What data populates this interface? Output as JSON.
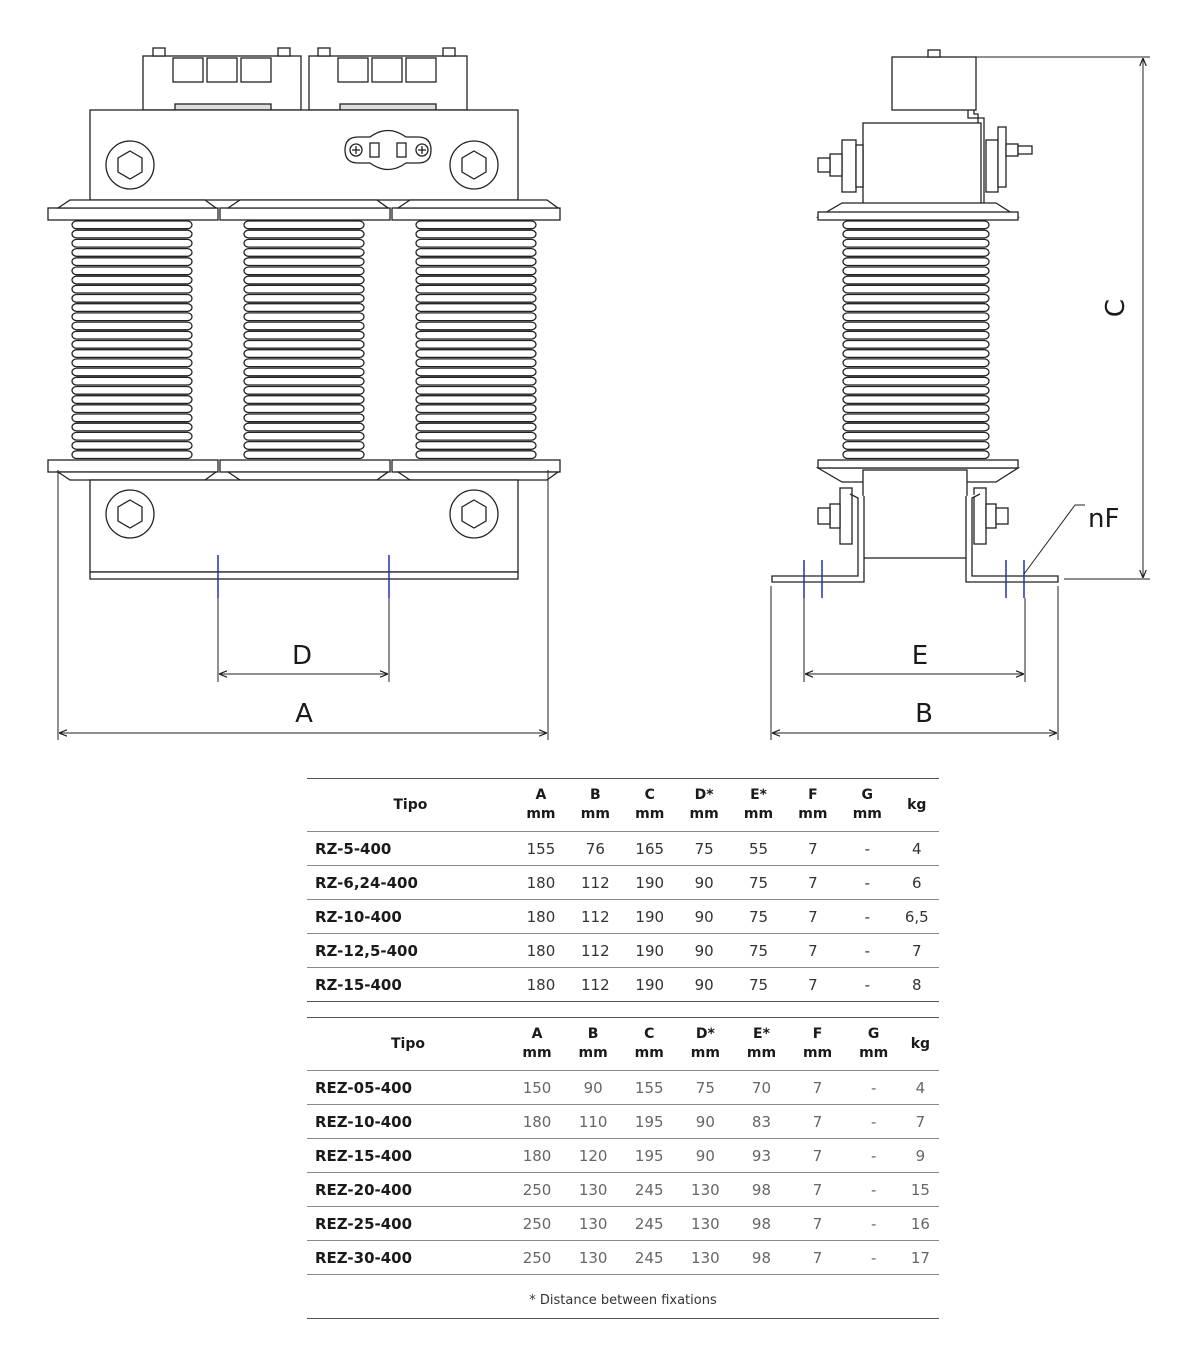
{
  "drawing": {
    "dims": {
      "A": "A",
      "B": "B",
      "C": "C",
      "D": "D",
      "E": "E",
      "nF": "nF"
    }
  },
  "table1": {
    "headers": [
      {
        "l1": "Tipo",
        "l2": ""
      },
      {
        "l1": "A",
        "l2": "mm"
      },
      {
        "l1": "B",
        "l2": "mm"
      },
      {
        "l1": "C",
        "l2": "mm"
      },
      {
        "l1": "D*",
        "l2": "mm"
      },
      {
        "l1": "E*",
        "l2": "mm"
      },
      {
        "l1": "F",
        "l2": "mm"
      },
      {
        "l1": "G",
        "l2": "mm"
      },
      {
        "l1": "kg",
        "l2": ""
      }
    ],
    "rows": [
      [
        "RZ-5-400",
        "155",
        "76",
        "165",
        "75",
        "55",
        "7",
        "-",
        "4"
      ],
      [
        "RZ-6,24-400",
        "180",
        "112",
        "190",
        "90",
        "75",
        "7",
        "-",
        "6"
      ],
      [
        "RZ-10-400",
        "180",
        "112",
        "190",
        "90",
        "75",
        "7",
        "-",
        "6,5"
      ],
      [
        "RZ-12,5-400",
        "180",
        "112",
        "190",
        "90",
        "75",
        "7",
        "-",
        "7"
      ],
      [
        "RZ-15-400",
        "180",
        "112",
        "190",
        "90",
        "75",
        "7",
        "-",
        "8"
      ]
    ]
  },
  "table2": {
    "headers": [
      {
        "l1": "Tipo",
        "l2": ""
      },
      {
        "l1": "A",
        "l2": "mm"
      },
      {
        "l1": "B",
        "l2": "mm"
      },
      {
        "l1": "C",
        "l2": "mm"
      },
      {
        "l1": "D*",
        "l2": "mm"
      },
      {
        "l1": "E*",
        "l2": "mm"
      },
      {
        "l1": "F",
        "l2": "mm"
      },
      {
        "l1": "G",
        "l2": "mm"
      },
      {
        "l1": "kg",
        "l2": ""
      }
    ],
    "rows": [
      [
        "REZ-05-400",
        "150",
        "90",
        "155",
        "75",
        "70",
        "7",
        "-",
        "4"
      ],
      [
        "REZ-10-400",
        "180",
        "110",
        "195",
        "90",
        "83",
        "7",
        "-",
        "7"
      ],
      [
        "REZ-15-400",
        "180",
        "120",
        "195",
        "90",
        "93",
        "7",
        "-",
        "9"
      ],
      [
        "REZ-20-400",
        "250",
        "130",
        "245",
        "130",
        "98",
        "7",
        "-",
        "15"
      ],
      [
        "REZ-25-400",
        "250",
        "130",
        "245",
        "130",
        "98",
        "7",
        "-",
        "16"
      ],
      [
        "REZ-30-400",
        "250",
        "130",
        "245",
        "130",
        "98",
        "7",
        "-",
        "17"
      ]
    ]
  },
  "footnote": "* Distance between fixations"
}
